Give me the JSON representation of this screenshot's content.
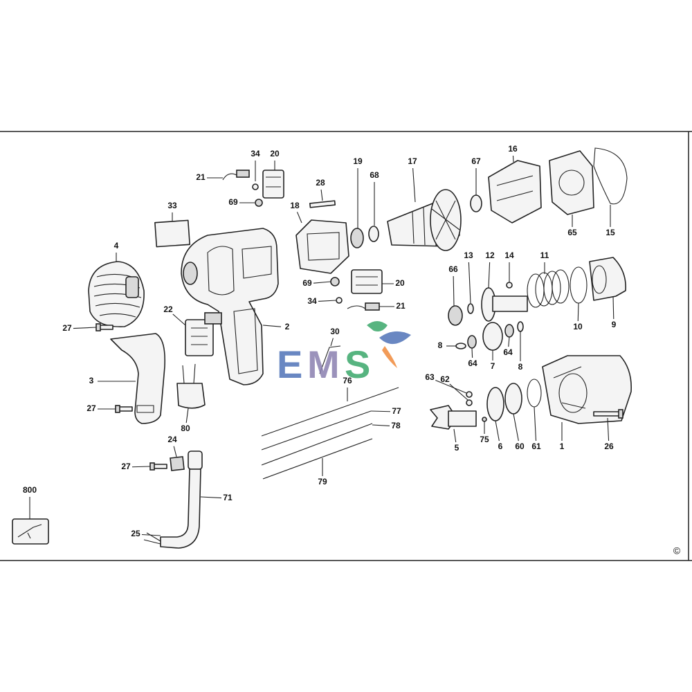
{
  "diagram": {
    "watermark": {
      "letters": [
        "E",
        "M",
        "S"
      ]
    },
    "copyright_symbol": "©",
    "labels": [
      {
        "id": "l34a",
        "text": "34"
      },
      {
        "id": "l20a",
        "text": "20"
      },
      {
        "id": "l21a",
        "text": "21"
      },
      {
        "id": "l69a",
        "text": "69"
      },
      {
        "id": "l28",
        "text": "28"
      },
      {
        "id": "l18",
        "text": "18"
      },
      {
        "id": "l19",
        "text": "19"
      },
      {
        "id": "l68",
        "text": "68"
      },
      {
        "id": "l17",
        "text": "17"
      },
      {
        "id": "l67",
        "text": "67"
      },
      {
        "id": "l16",
        "text": "16"
      },
      {
        "id": "l65",
        "text": "65"
      },
      {
        "id": "l15",
        "text": "15"
      },
      {
        "id": "l33",
        "text": "33"
      },
      {
        "id": "l4",
        "text": "4"
      },
      {
        "id": "l27a",
        "text": "27"
      },
      {
        "id": "l22",
        "text": "22"
      },
      {
        "id": "l2",
        "text": "2"
      },
      {
        "id": "l3",
        "text": "3"
      },
      {
        "id": "l27b",
        "text": "27"
      },
      {
        "id": "l80",
        "text": "80"
      },
      {
        "id": "l24",
        "text": "24"
      },
      {
        "id": "l27c",
        "text": "27"
      },
      {
        "id": "l71",
        "text": "71"
      },
      {
        "id": "l800",
        "text": "800"
      },
      {
        "id": "l25",
        "text": "25"
      },
      {
        "id": "l69b",
        "text": "69"
      },
      {
        "id": "l20b",
        "text": "20"
      },
      {
        "id": "l34b",
        "text": "34"
      },
      {
        "id": "l21b",
        "text": "21"
      },
      {
        "id": "l30",
        "text": "30"
      },
      {
        "id": "l76",
        "text": "76"
      },
      {
        "id": "l77",
        "text": "77"
      },
      {
        "id": "l78",
        "text": "78"
      },
      {
        "id": "l79",
        "text": "79"
      },
      {
        "id": "l66",
        "text": "66"
      },
      {
        "id": "l13",
        "text": "13"
      },
      {
        "id": "l12",
        "text": "12"
      },
      {
        "id": "l14",
        "text": "14"
      },
      {
        "id": "l11",
        "text": "11"
      },
      {
        "id": "l10",
        "text": "10"
      },
      {
        "id": "l9",
        "text": "9"
      },
      {
        "id": "l8a",
        "text": "8"
      },
      {
        "id": "l64a",
        "text": "64"
      },
      {
        "id": "l7",
        "text": "7"
      },
      {
        "id": "l64b",
        "text": "64"
      },
      {
        "id": "l8b",
        "text": "8"
      },
      {
        "id": "l63",
        "text": "63"
      },
      {
        "id": "l62",
        "text": "62"
      },
      {
        "id": "l5",
        "text": "5"
      },
      {
        "id": "l75",
        "text": "75"
      },
      {
        "id": "l6",
        "text": "6"
      },
      {
        "id": "l60",
        "text": "60"
      },
      {
        "id": "l61",
        "text": "61"
      },
      {
        "id": "l1",
        "text": "1"
      },
      {
        "id": "l26",
        "text": "26"
      }
    ]
  }
}
